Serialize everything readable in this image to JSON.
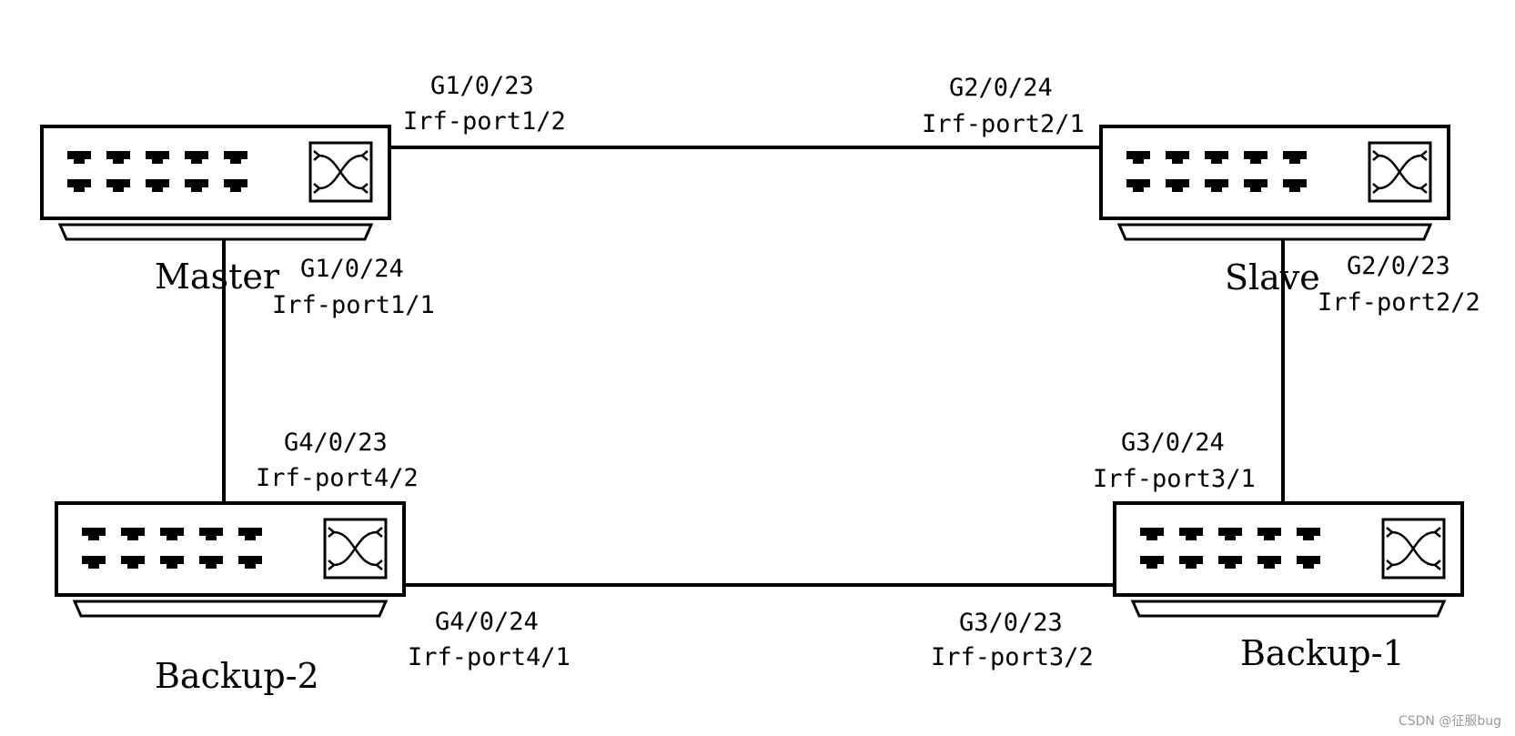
{
  "diagram": {
    "devices": {
      "master": {
        "name": "Master"
      },
      "slave": {
        "name": "Slave"
      },
      "backup1": {
        "name": "Backup-1"
      },
      "backup2": {
        "name": "Backup-2"
      }
    },
    "links": {
      "master_slave": {
        "master_side": {
          "interface": "G1/0/23",
          "irf_port": "Irf-port1/2"
        },
        "slave_side": {
          "interface": "G2/0/24",
          "irf_port": "Irf-port2/1"
        }
      },
      "master_backup2": {
        "master_side": {
          "interface": "G1/0/24",
          "irf_port": "Irf-port1/1"
        },
        "backup2_side": {
          "interface": "G4/0/23",
          "irf_port": "Irf-port4/2"
        }
      },
      "slave_backup1": {
        "slave_side": {
          "interface": "G2/0/23",
          "irf_port": "Irf-port2/2"
        },
        "backup1_side": {
          "interface": "G3/0/24",
          "irf_port": "Irf-port3/1"
        }
      },
      "backup2_backup1": {
        "backup2_side": {
          "interface": "G4/0/24",
          "irf_port": "Irf-port4/1"
        },
        "backup1_side": {
          "interface": "G3/0/23",
          "irf_port": "Irf-port3/2"
        }
      }
    },
    "watermark": "CSDN @征服bug"
  }
}
